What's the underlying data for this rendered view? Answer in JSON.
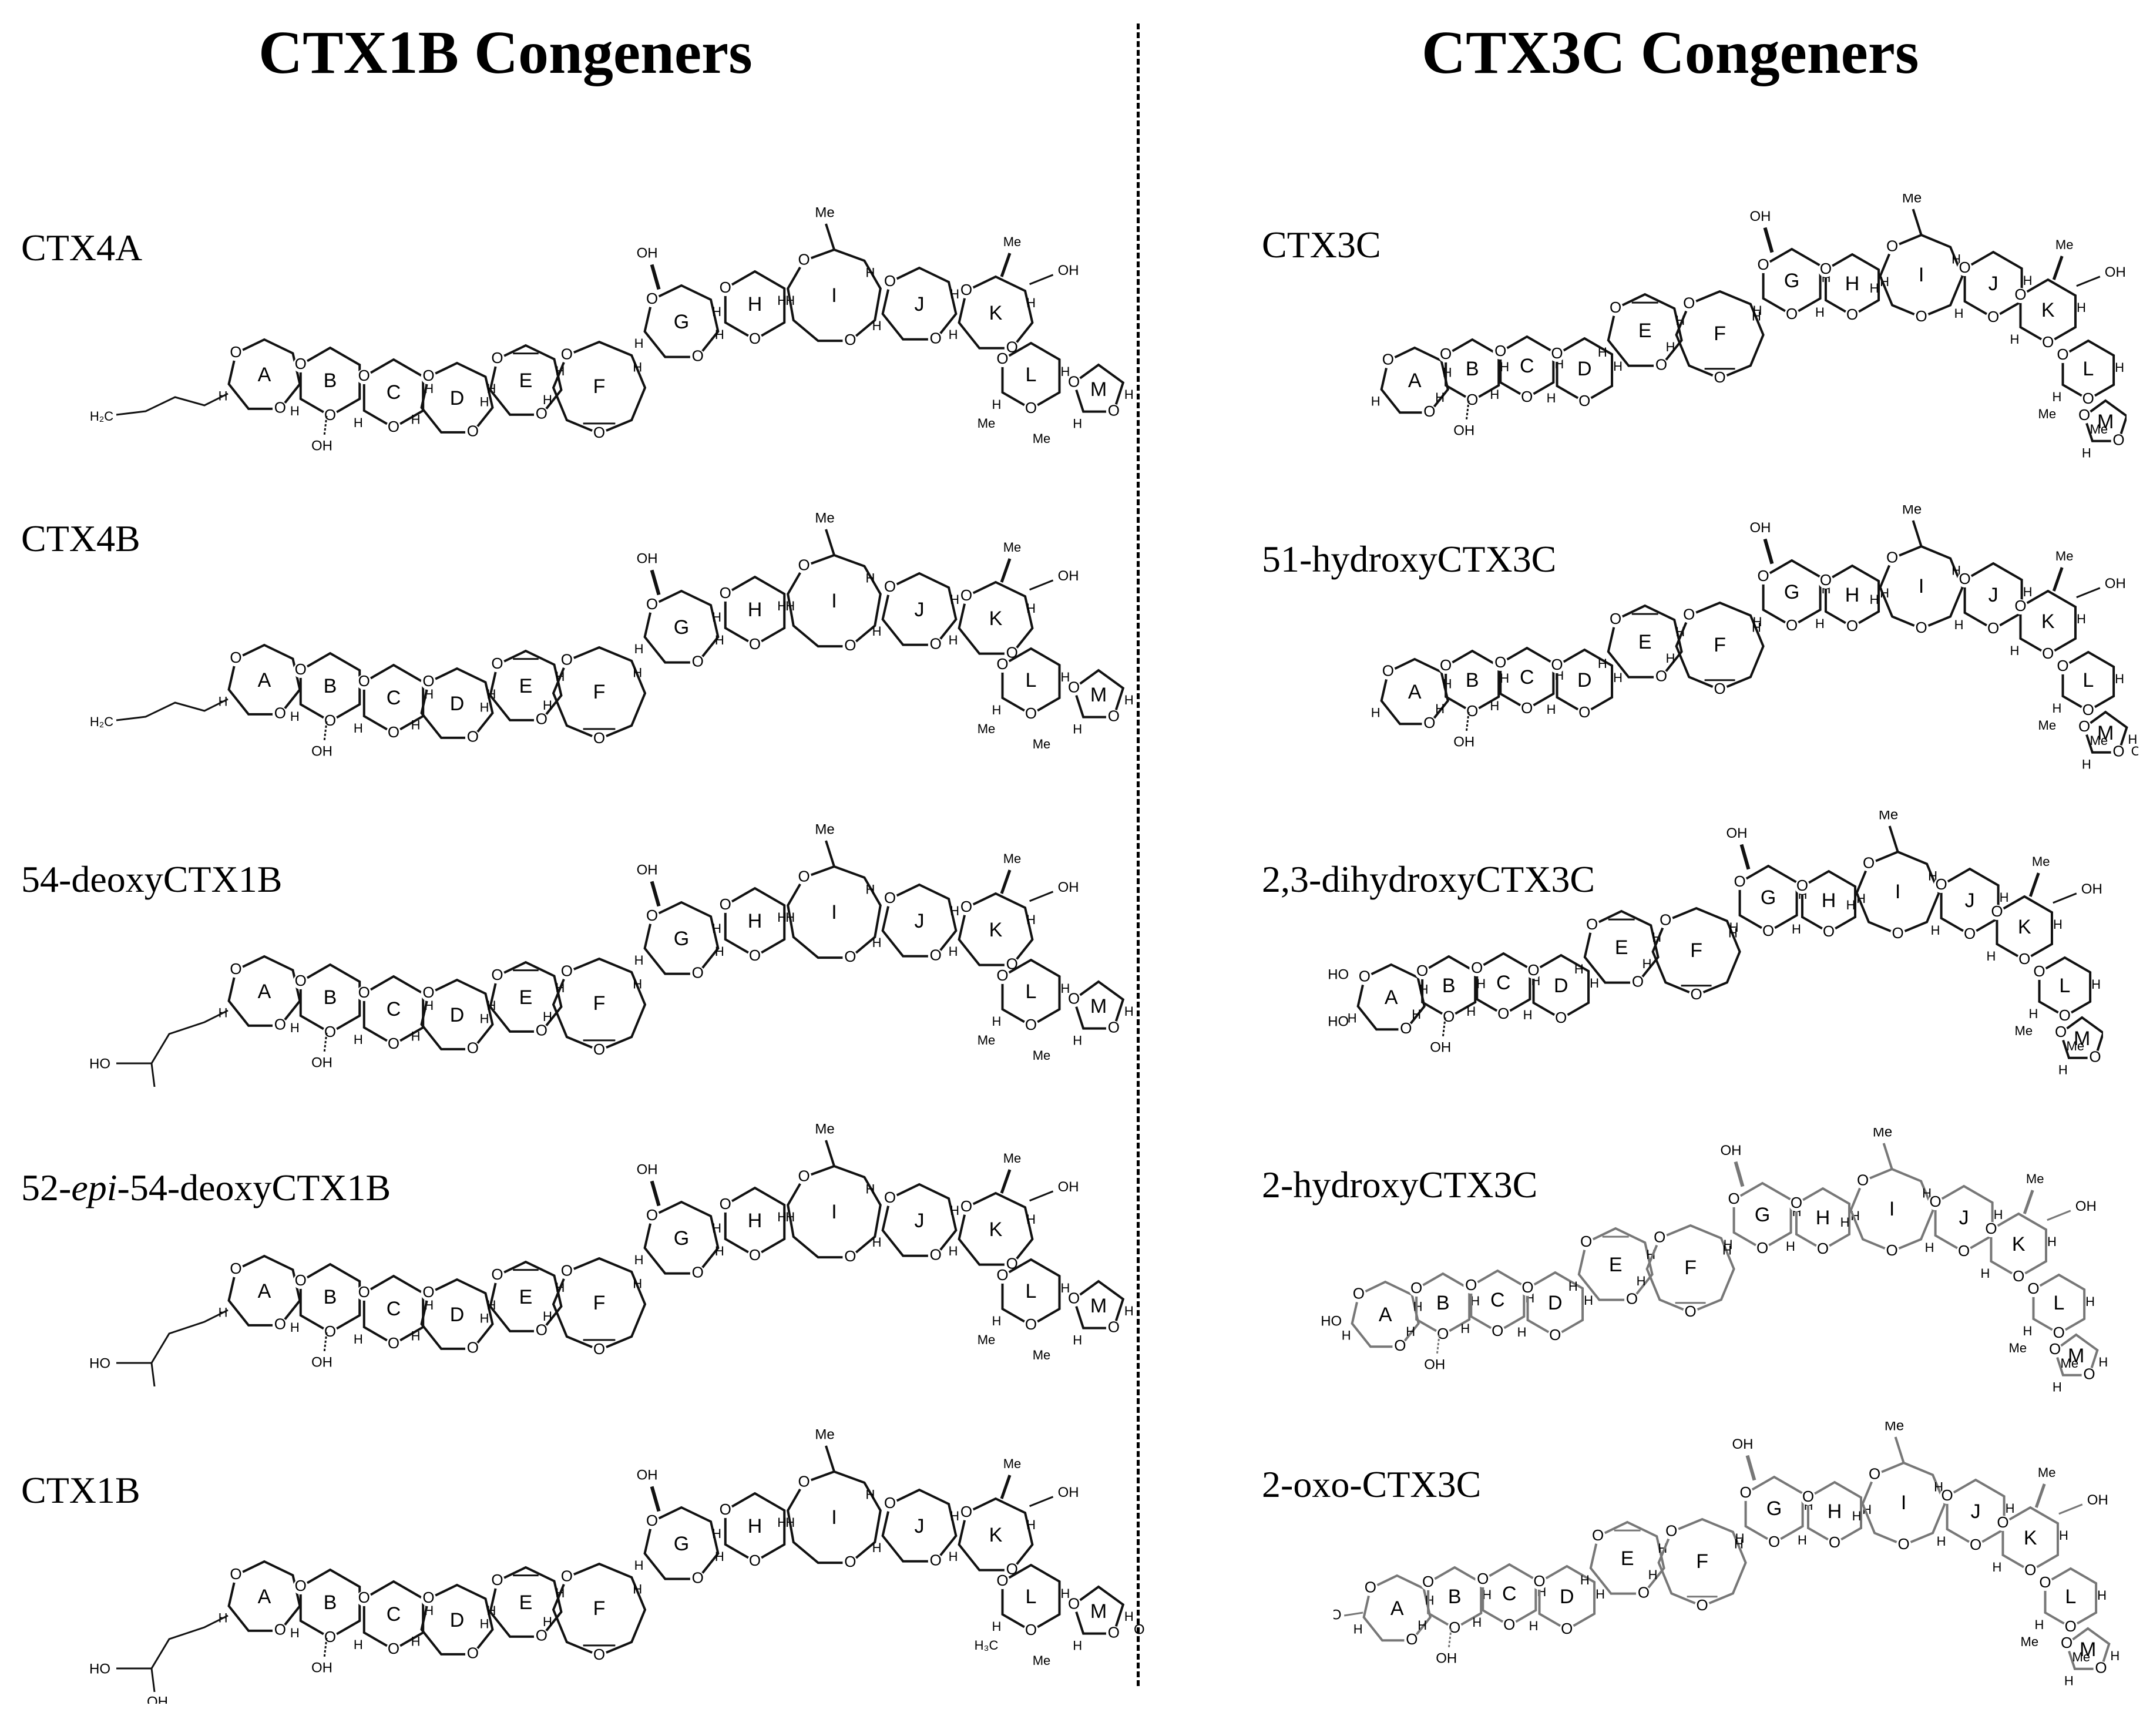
{
  "titles": {
    "left": "CTX1B Congeners",
    "right": "CTX3C Congeners"
  },
  "left_compounds": [
    {
      "name": "CTX4A",
      "head_left": "H₂C",
      "head_right": "",
      "tail_labels": []
    },
    {
      "name": "CTX4B",
      "head_left": "H₂C",
      "head_right": "",
      "tail_labels": []
    },
    {
      "name": "54-deoxyCTX1B",
      "head_left": "HO",
      "head_right": "OH",
      "tail_labels": []
    },
    {
      "name_prefix": "52-",
      "name_italic": "epi",
      "name_suffix": "-54-deoxyCTX1B",
      "head_left": "HO",
      "head_right": "OH",
      "tail_labels": []
    },
    {
      "name": "CTX1B",
      "head_left": "HO",
      "head_right": "OH",
      "tail_labels": [
        "OH"
      ]
    }
  ],
  "right_compounds": [
    {
      "name": "CTX3C",
      "head_labels": []
    },
    {
      "name": "51-hydroxyCTX3C",
      "head_labels": [],
      "tail_labels": [
        "OH"
      ]
    },
    {
      "name": "2,3-dihydroxyCTX3C",
      "head_labels": [
        "HO",
        "HO"
      ]
    },
    {
      "name": "2-hydroxyCTX3C",
      "head_labels": [
        "HO"
      ]
    },
    {
      "name": "2-oxo-CTX3C",
      "head_labels": [
        "O"
      ]
    }
  ],
  "ring_labels": [
    "A",
    "B",
    "C",
    "D",
    "E",
    "F",
    "G",
    "H",
    "I",
    "J",
    "K",
    "L",
    "M"
  ],
  "atom_labels": {
    "oxygen": "O",
    "hydrogen": "H",
    "methyl": "Me",
    "hydroxyl": "OH",
    "methyl_ctx1b": "H₃C"
  }
}
